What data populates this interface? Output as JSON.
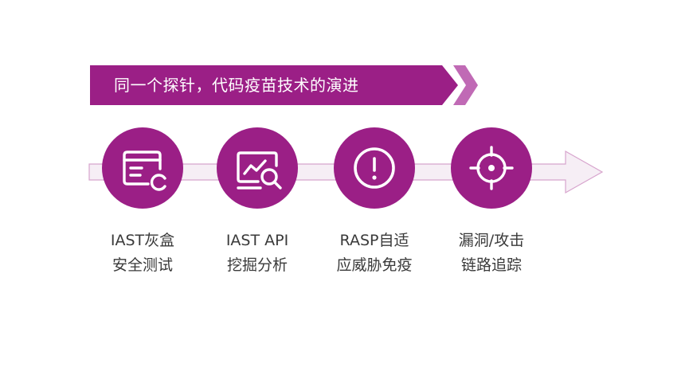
{
  "banner": {
    "title": "同一个探针，代码疫苗技术的演进"
  },
  "colors": {
    "accent": "#9b1f86",
    "chevron": "#c06ab5",
    "track": "#f5ecf3",
    "track_stroke": "#d7a4cd"
  },
  "steps": [
    {
      "icon": "document-edit-icon",
      "line1": "IAST灰盒",
      "line2": "安全测试"
    },
    {
      "icon": "monitor-search-icon",
      "line1": "IAST API",
      "line2": "挖掘分析"
    },
    {
      "icon": "alert-circle-icon",
      "line1": "RASP自适",
      "line2": "应威胁免疫"
    },
    {
      "icon": "crosshair-target-icon",
      "line1": "漏洞/攻击",
      "line2": "链路追踪"
    }
  ]
}
